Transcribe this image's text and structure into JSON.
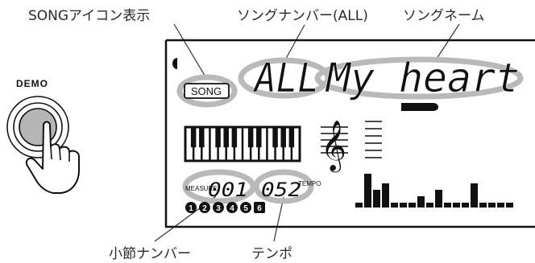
{
  "callouts": {
    "song_icon_display": "SONGアイコン表示",
    "song_number": "ソングナンバー(ALL)",
    "song_name": "ソングネーム",
    "measure_number": "小節ナンバー",
    "tempo": "テンポ"
  },
  "demo_button": {
    "label": "DEMO"
  },
  "lcd": {
    "song_badge": "SONG",
    "song_number": "ALL",
    "song_name": "My heart",
    "measure_label": "MEASURE",
    "measure_value": "001",
    "tempo_label": "TEMPO",
    "tempo_value": "052",
    "track_numbers": [
      "1",
      "2",
      "3",
      "4",
      "5",
      "6"
    ]
  }
}
